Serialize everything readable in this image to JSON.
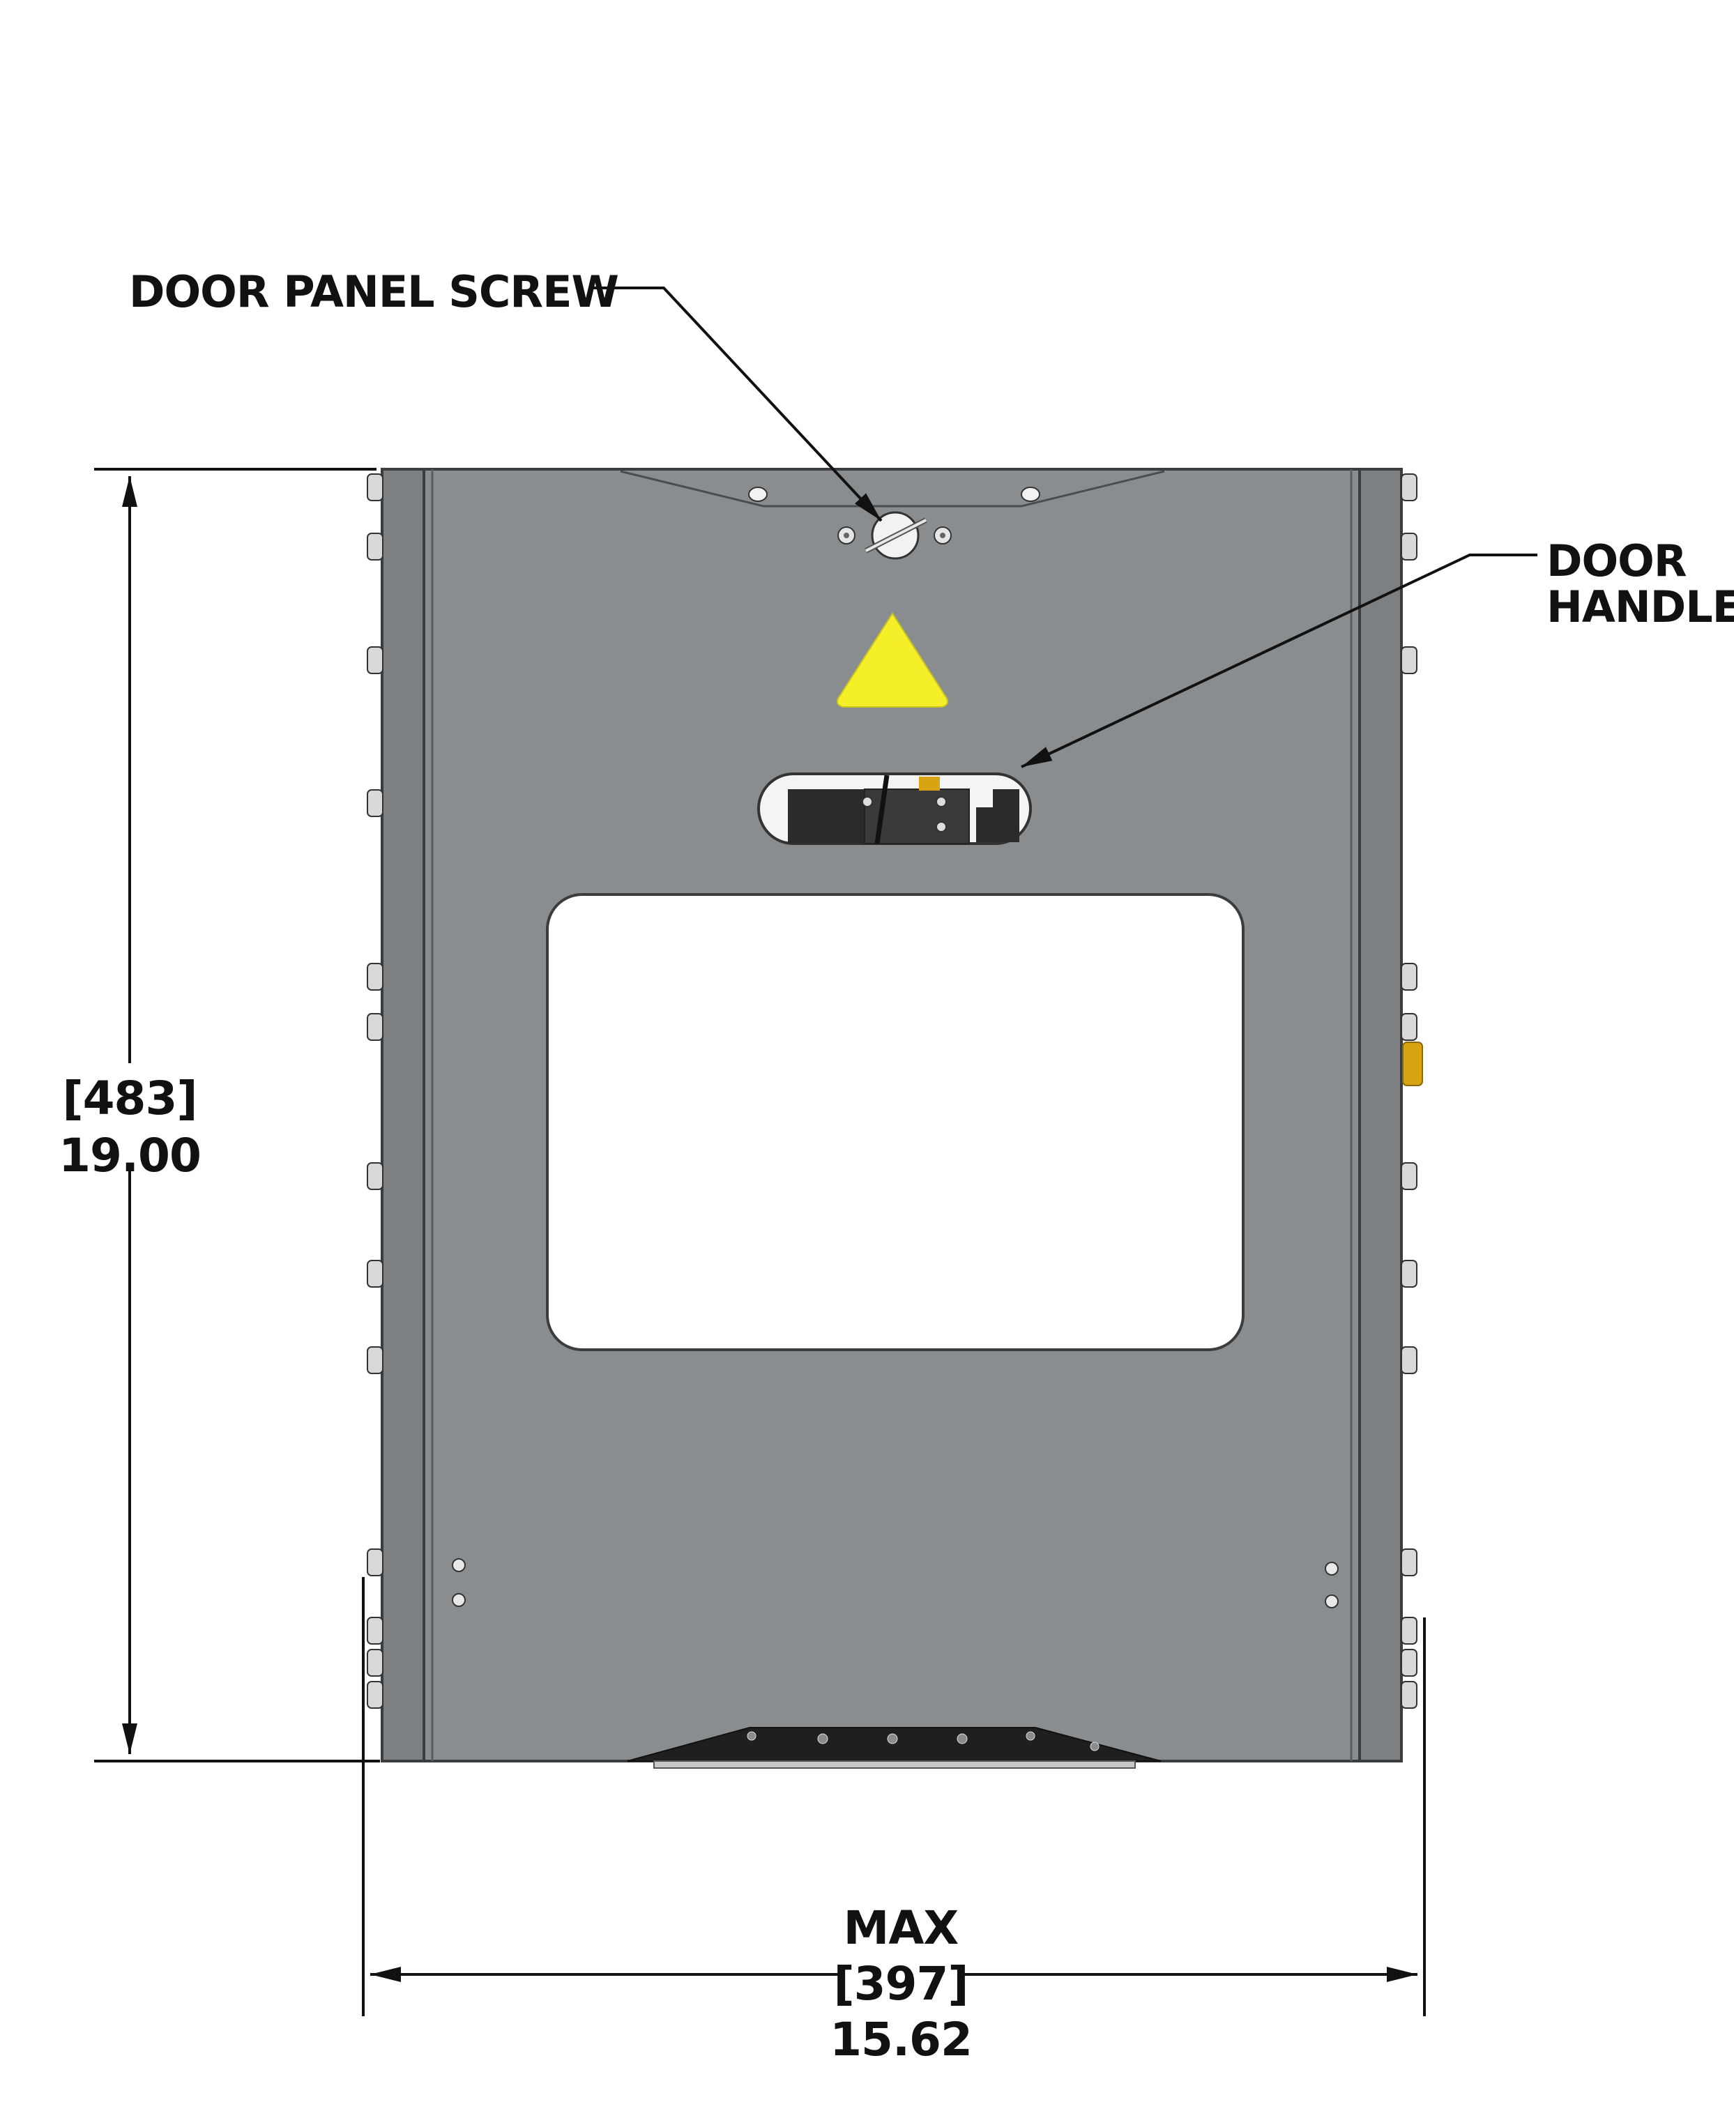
{
  "callouts": {
    "door_panel_screw": "DOOR PANEL SCREW",
    "door_handle_line1": "DOOR",
    "door_handle_line2": "HANDLE"
  },
  "dimensions": {
    "height_metric": "[483]",
    "height_imperial": "19.00",
    "width_prefix": "MAX",
    "width_metric": "[397]",
    "width_imperial": "15.62"
  },
  "colors": {
    "panel": "#8a8d8f",
    "panel_edge": "#3a3c3e",
    "side_rail": "#7d8083",
    "window": "#ffffff",
    "warning_triangle": "#f5ef2a",
    "handle_dark": "#2b2b2b",
    "bottom_plate": "#1f1f1f"
  },
  "icons": {
    "warning": "warning-triangle-icon",
    "screw": "screw-icon"
  }
}
